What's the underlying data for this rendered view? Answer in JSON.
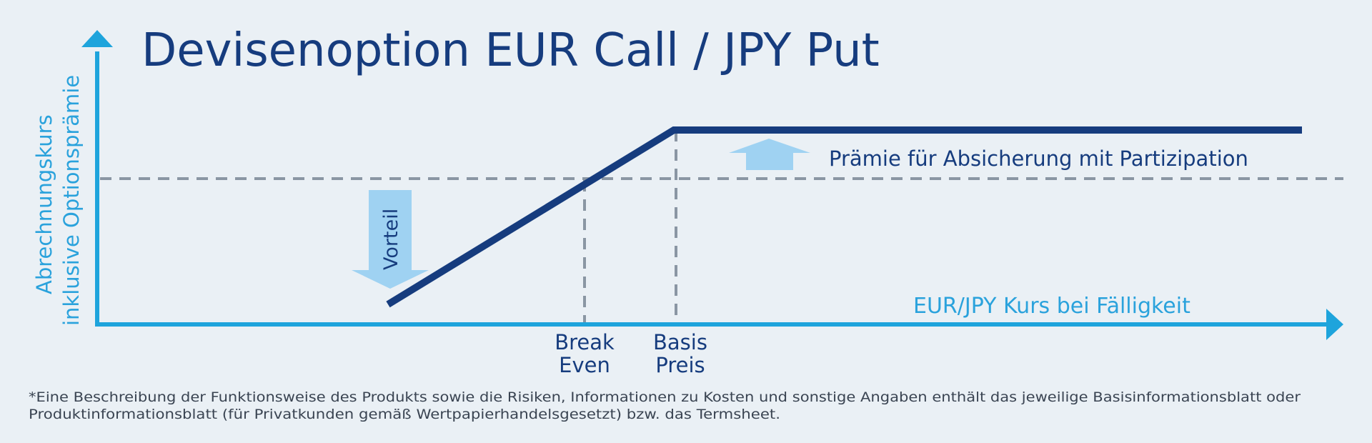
{
  "title": "Devisenoption EUR Call / JPY Put",
  "y_axis": {
    "line1": "Abrechnungskurs",
    "line2": "inklusive Optionsprämie"
  },
  "x_axis": {
    "label": "EUR/JPY Kurs bei Fälligkeit"
  },
  "markers": {
    "break_even": {
      "line1": "Break",
      "line2": "Even"
    },
    "basis_preis": {
      "line1": "Basis",
      "line2": "Preis"
    }
  },
  "annotations": {
    "praemie": "Prämie für Absicherung mit Partizipation",
    "vorteil": "Vorteil"
  },
  "footnote": {
    "line1": "*Eine Beschreibung der Funktionsweise des Produkts sowie die Risiken, Informationen zu Kosten und sonstige Angaben enthält das jeweilige Basisinformationsblatt oder",
    "line2": "Produktinformationsblatt (für Privatkunden gemäß Wertpapierhandelsgesetzt) bzw. das Termsheet."
  },
  "colors": {
    "background": "#eaf0f5",
    "axis": "#1ea4dc",
    "payoff": "#163c7e",
    "dashed": "#8a96a3",
    "arrow_fill": "#9fd2f2"
  }
}
